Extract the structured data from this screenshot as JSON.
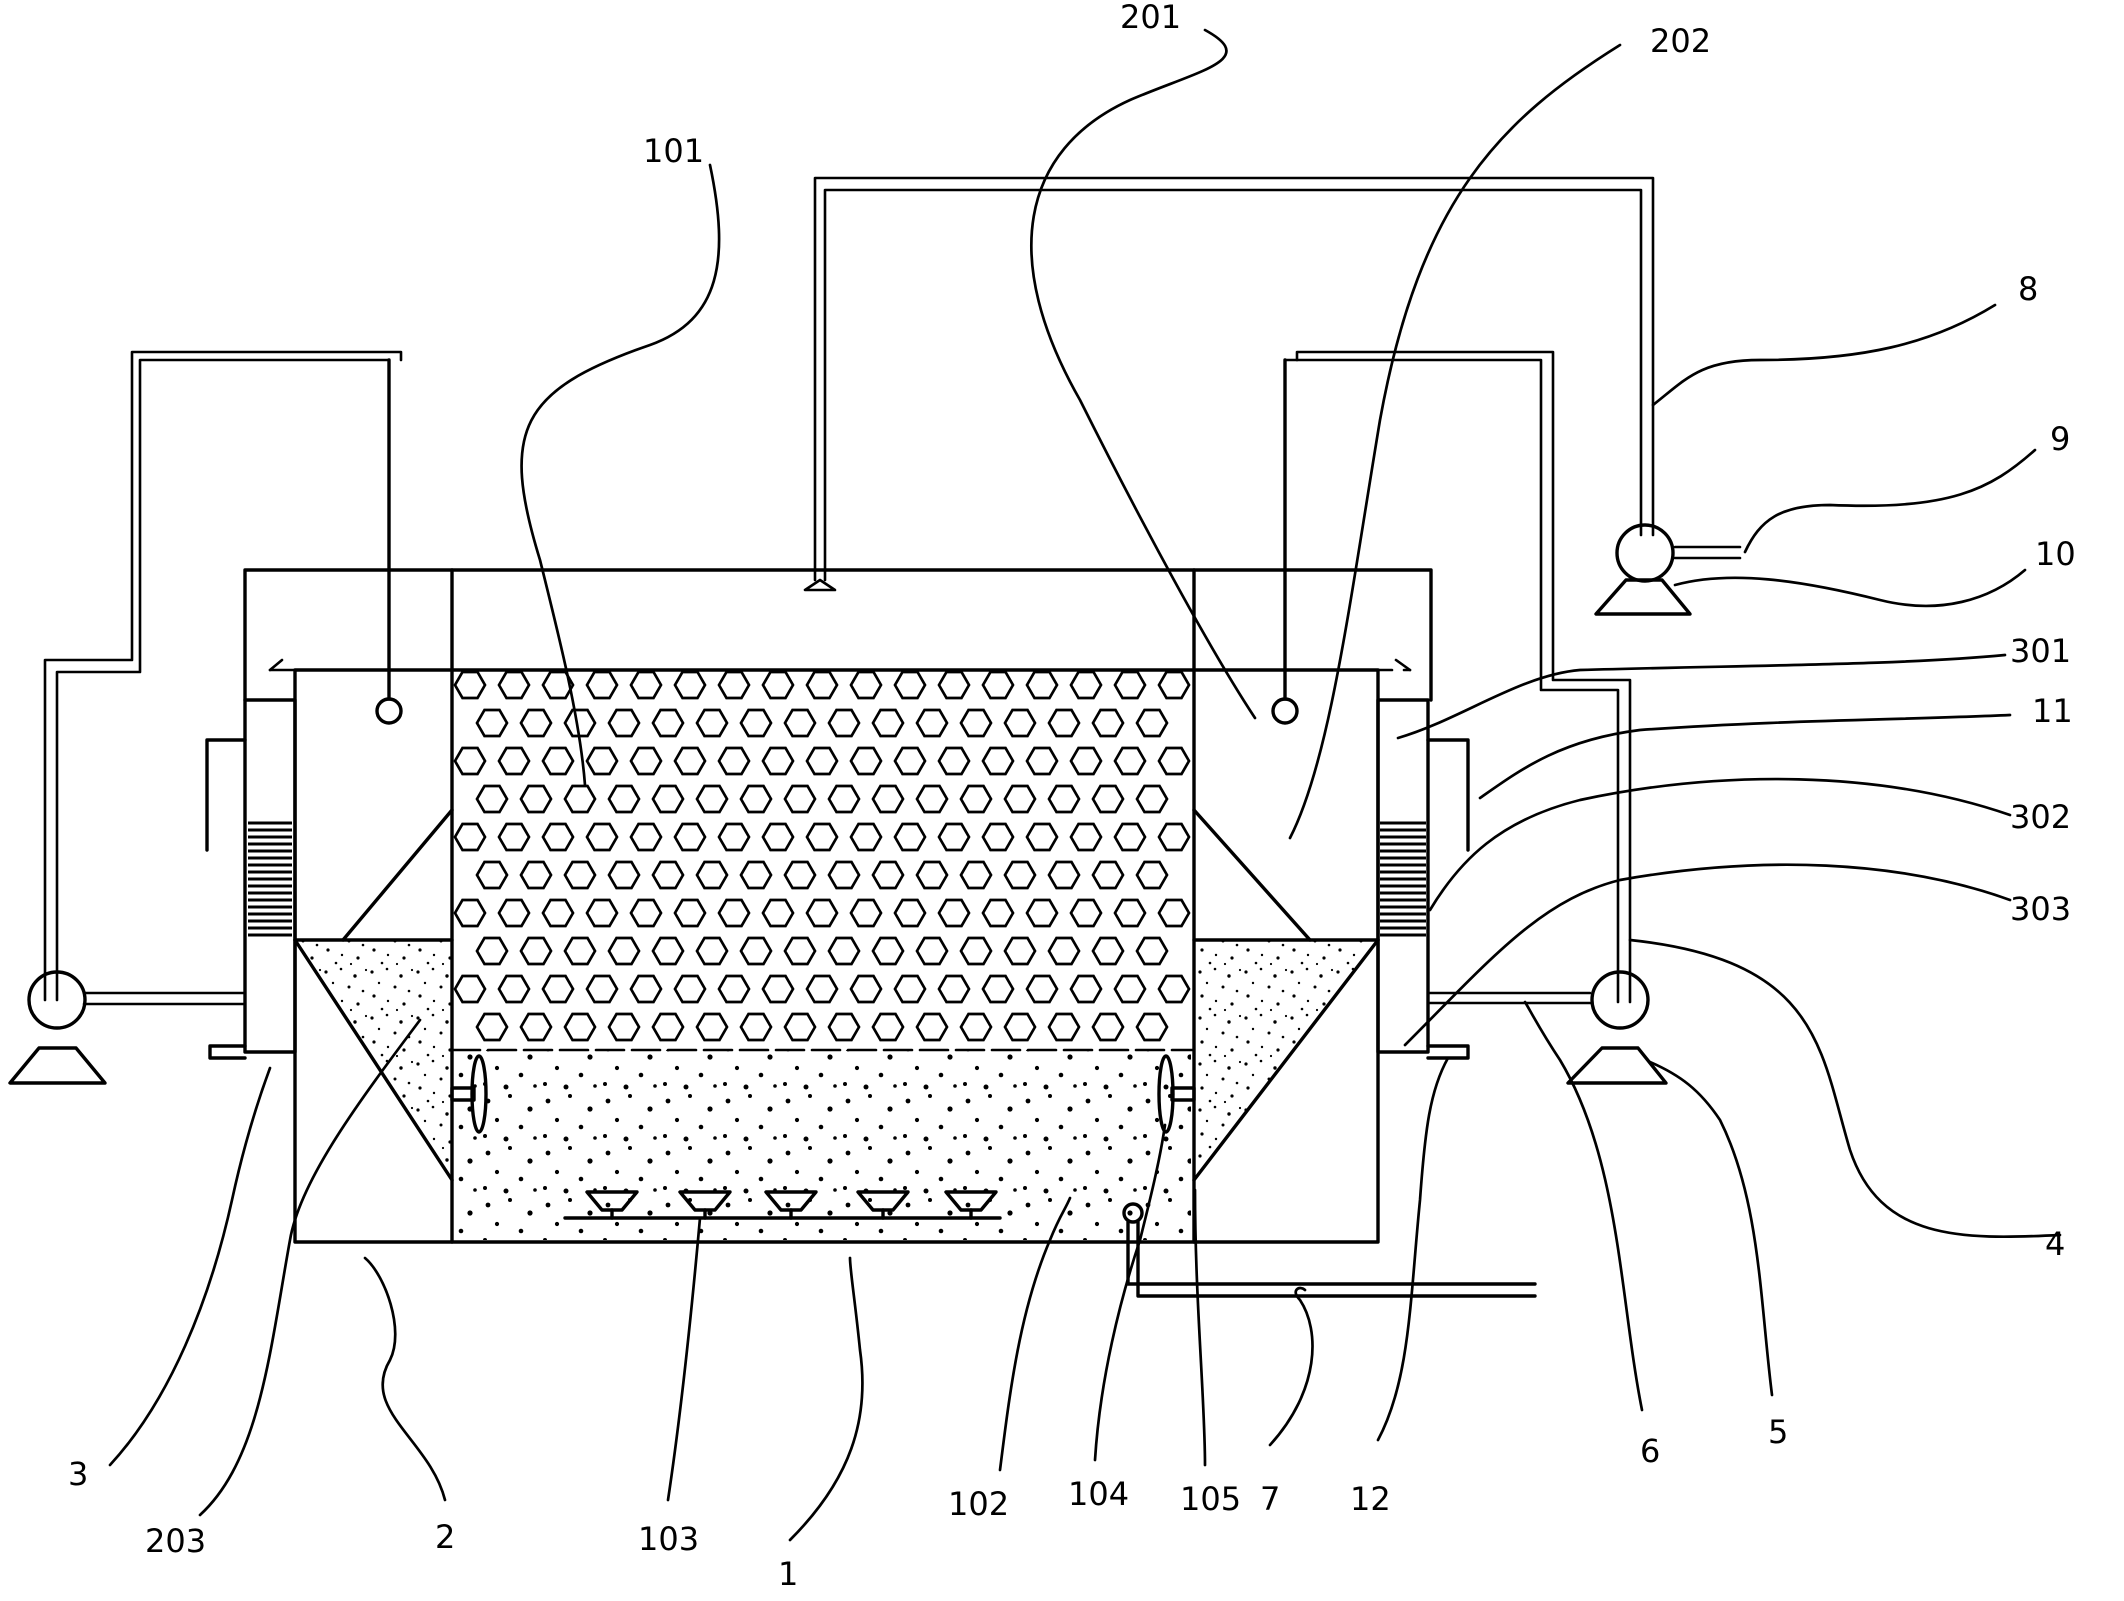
{
  "labels": {
    "l1": "1",
    "l2": "2",
    "l3": "3",
    "l4": "4",
    "l5": "5",
    "l6": "6",
    "l7": "7",
    "l8": "8",
    "l9": "9",
    "l10": "10",
    "l11": "11",
    "l12": "12",
    "l101": "101",
    "l102": "102",
    "l103": "103",
    "l104": "104",
    "l105": "105",
    "l201": "201",
    "l202": "202",
    "l203": "203",
    "l301": "301",
    "l302": "302",
    "l303": "303"
  }
}
